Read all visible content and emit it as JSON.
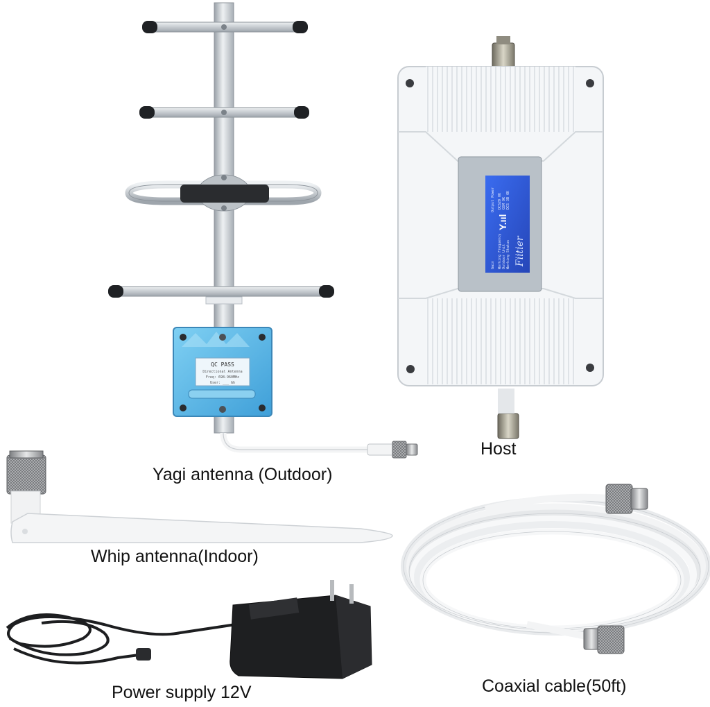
{
  "captions": {
    "yagi": "Yagi antenna (Outdoor)",
    "host": "Host",
    "whip": "Whip antenna(Indoor)",
    "power": "Power supply 12V",
    "coax": "Coaxial cable(50ft)"
  },
  "yagi_label": {
    "qc": "QC PASS",
    "line1": "Directional Antenna",
    "line2": "Freq: 698-960MHz",
    "line3": "User: ___ Gh"
  },
  "host_panel": {
    "brand": "Fiitier",
    "signal_glyph": "Y.ııl",
    "lines": [
      "Output Power",
      "Gain",
      "Working Frequency",
      "Outdoor Unit",
      "Working Status"
    ],
    "status": [
      "DCS20 OK",
      "GSM OK",
      "DCS 3B OK"
    ]
  },
  "colors": {
    "aluminum": "#c9ced3",
    "host_body": "#f4f6f8",
    "lcd_blue": "#2e5ad6",
    "plate_blue": "#5fb6e6",
    "cable_white": "#f2f3f4",
    "adapter_black": "#1e1f21"
  }
}
